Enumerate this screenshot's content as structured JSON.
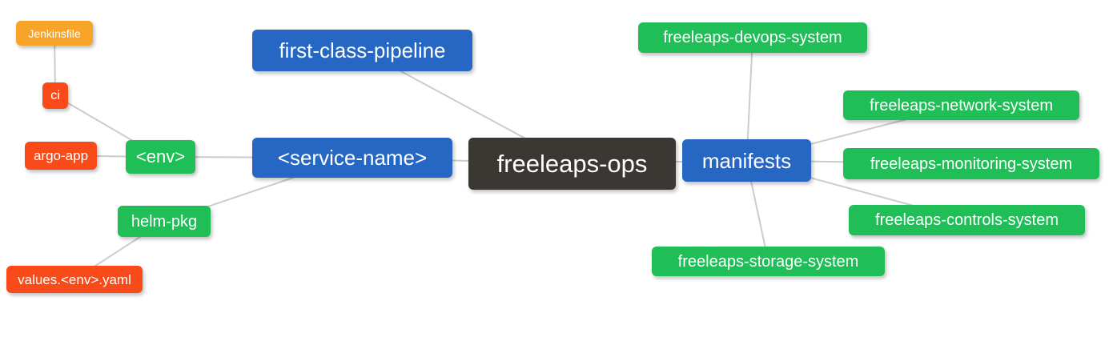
{
  "palette": {
    "canvas_bg": "#ffffff",
    "text_color": "#ffffff",
    "root_bg": "#3B3733",
    "level2_bg": "#2667C4",
    "level3_bg": "#1FBE57",
    "level4_bg": "#F94B1A",
    "level5_bg": "#F7A428",
    "edge_color": "#CCCCCC"
  },
  "nodes": {
    "root": {
      "label": "freeleaps-ops"
    },
    "first_class_pipeline": {
      "label": "first-class-pipeline"
    },
    "service_name": {
      "label": "<service-name>"
    },
    "manifests": {
      "label": "manifests"
    },
    "env": {
      "label": "<env>"
    },
    "helm_pkg": {
      "label": "helm-pkg"
    },
    "ci": {
      "label": "ci"
    },
    "argo_app": {
      "label": "argo-app"
    },
    "jenkinsfile": {
      "label": "Jenkinsfile"
    },
    "values_env_yaml": {
      "label": "values.<env>.yaml"
    },
    "devops_system": {
      "label": "freeleaps-devops-system"
    },
    "network_system": {
      "label": "freeleaps-network-system"
    },
    "monitoring_system": {
      "label": "freeleaps-monitoring-system"
    },
    "controls_system": {
      "label": "freeleaps-controls-system"
    },
    "storage_system": {
      "label": "freeleaps-storage-system"
    }
  },
  "edges": [
    [
      "jenkinsfile",
      "ci"
    ],
    [
      "ci",
      "env"
    ],
    [
      "argo_app",
      "env"
    ],
    [
      "env",
      "service_name"
    ],
    [
      "helm_pkg",
      "service_name"
    ],
    [
      "values_env_yaml",
      "helm_pkg"
    ],
    [
      "first_class_pipeline",
      "root"
    ],
    [
      "service_name",
      "root"
    ],
    [
      "root",
      "manifests"
    ],
    [
      "manifests",
      "devops_system"
    ],
    [
      "manifests",
      "network_system"
    ],
    [
      "manifests",
      "monitoring_system"
    ],
    [
      "manifests",
      "controls_system"
    ],
    [
      "manifests",
      "storage_system"
    ]
  ]
}
